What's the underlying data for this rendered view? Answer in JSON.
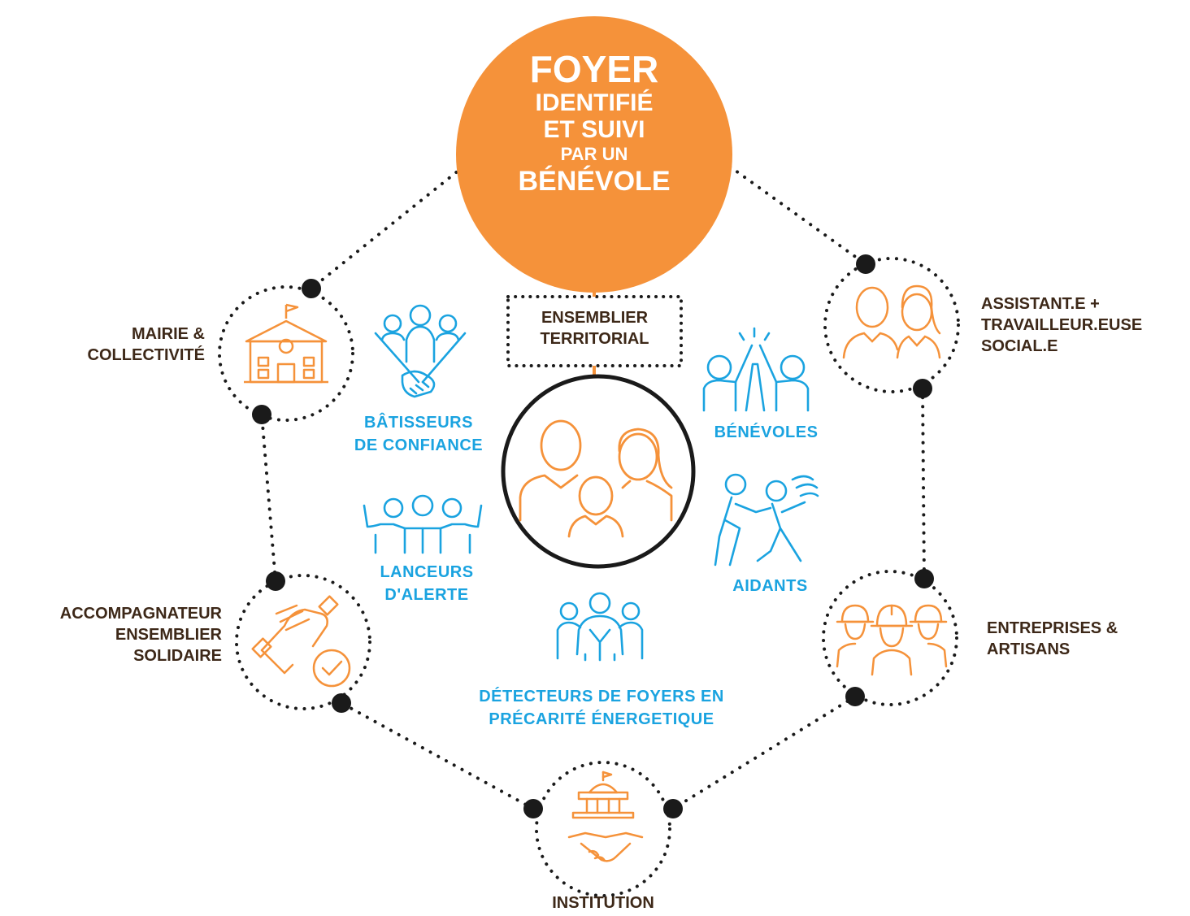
{
  "hub": {
    "line1": "FOYER",
    "line2": "IDENTIFIÉ",
    "line3": "ET SUIVI",
    "line4": "PAR UN",
    "line5": "BÉNÉVOLE",
    "color": "#f5923a"
  },
  "ensemblier": {
    "line1": "ENSEMBLIER",
    "line2": "TERRITORIAL"
  },
  "center_icon": "family-icon",
  "partners": [
    {
      "id": "mairie",
      "icon": "town-hall-icon",
      "lines": [
        "MAIRIE &",
        "COLLECTIVITÉ"
      ]
    },
    {
      "id": "assistant",
      "icon": "social-workers-icon",
      "lines": [
        "ASSISTANT.E +",
        "TRAVAILLEUR.EUSE",
        "SOCIAL.E"
      ]
    },
    {
      "id": "accompagnateur",
      "icon": "handshake-check-icon",
      "lines": [
        "ACCOMPAGNATEUR",
        "ENSEMBLIER",
        "SOLIDAIRE"
      ]
    },
    {
      "id": "entreprises",
      "icon": "construction-workers-icon",
      "lines": [
        "ENTREPRISES &",
        "ARTISANS"
      ]
    },
    {
      "id": "institution",
      "icon": "government-handshake-icon",
      "lines": [
        "INSTITUTION"
      ]
    }
  ],
  "actors": [
    {
      "id": "batisseurs",
      "icon": "team-handshake-icon",
      "lines": [
        "BÂTISSEURS",
        "DE CONFIANCE"
      ]
    },
    {
      "id": "benevoles",
      "icon": "high-five-icon",
      "lines": [
        "BÉNÉVOLES"
      ]
    },
    {
      "id": "lanceurs",
      "icon": "people-raising-hands-icon",
      "lines": [
        "LANCEURS",
        "D'ALERTE"
      ]
    },
    {
      "id": "aidants",
      "icon": "helping-person-icon",
      "lines": [
        "AIDANTS"
      ]
    },
    {
      "id": "detecteurs",
      "icon": "group-of-people-icon",
      "lines": [
        "DÉTECTEURS DE FOYERS EN",
        "PRÉCARITÉ ÉNERGETIQUE"
      ]
    }
  ],
  "colors": {
    "orange": "#f5923a",
    "blue": "#1aa3e0",
    "brown": "#3d2818",
    "dark": "#1a1a1a"
  }
}
